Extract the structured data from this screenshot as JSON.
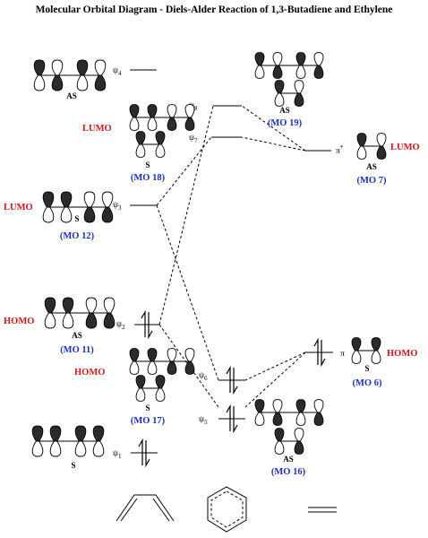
{
  "title": "Molecular Orbital Diagram - Diels-Alder Reaction of 1,3-Butadiene and Ethylene",
  "butadiene": {
    "psi4": {
      "label": "ψ",
      "sub": "4",
      "symmetry": "AS"
    },
    "psi3": {
      "label": "ψ",
      "sub": "3",
      "symmetry": "S",
      "frontier": "LUMO",
      "mo": "(MO 12)"
    },
    "psi2": {
      "label": "ψ",
      "sub": "2",
      "symmetry": "AS",
      "frontier": "HOMO",
      "mo": "(MO 11)"
    },
    "psi1": {
      "label": "ψ",
      "sub": "1",
      "symmetry": "S"
    }
  },
  "product": {
    "psi8": {
      "label": "ψ",
      "sub": "8",
      "symmetry": "AS",
      "mo": "(MO 19)"
    },
    "psi7": {
      "label": "ψ",
      "sub": "7",
      "symmetry": "S",
      "frontier": "LUMO",
      "mo": "(MO 18)"
    },
    "psi6": {
      "label": "ψ",
      "sub": "6",
      "symmetry": "S",
      "frontier": "HOMO",
      "mo": "(MO 17)"
    },
    "psi5": {
      "label": "ψ",
      "sub": "5",
      "symmetry": "AS",
      "mo": "(MO 16)"
    }
  },
  "ethylene": {
    "pistar": {
      "label": "π",
      "sup": "*",
      "symmetry": "AS",
      "frontier": "LUMO",
      "mo": "(MO 7)"
    },
    "pi": {
      "label": "π",
      "symmetry": "S",
      "frontier": "HOMO",
      "mo": "(MO 6)"
    }
  },
  "colors": {
    "frontier": "#d01616",
    "mo_number": "#1a2fbf",
    "lines": "#000000"
  }
}
